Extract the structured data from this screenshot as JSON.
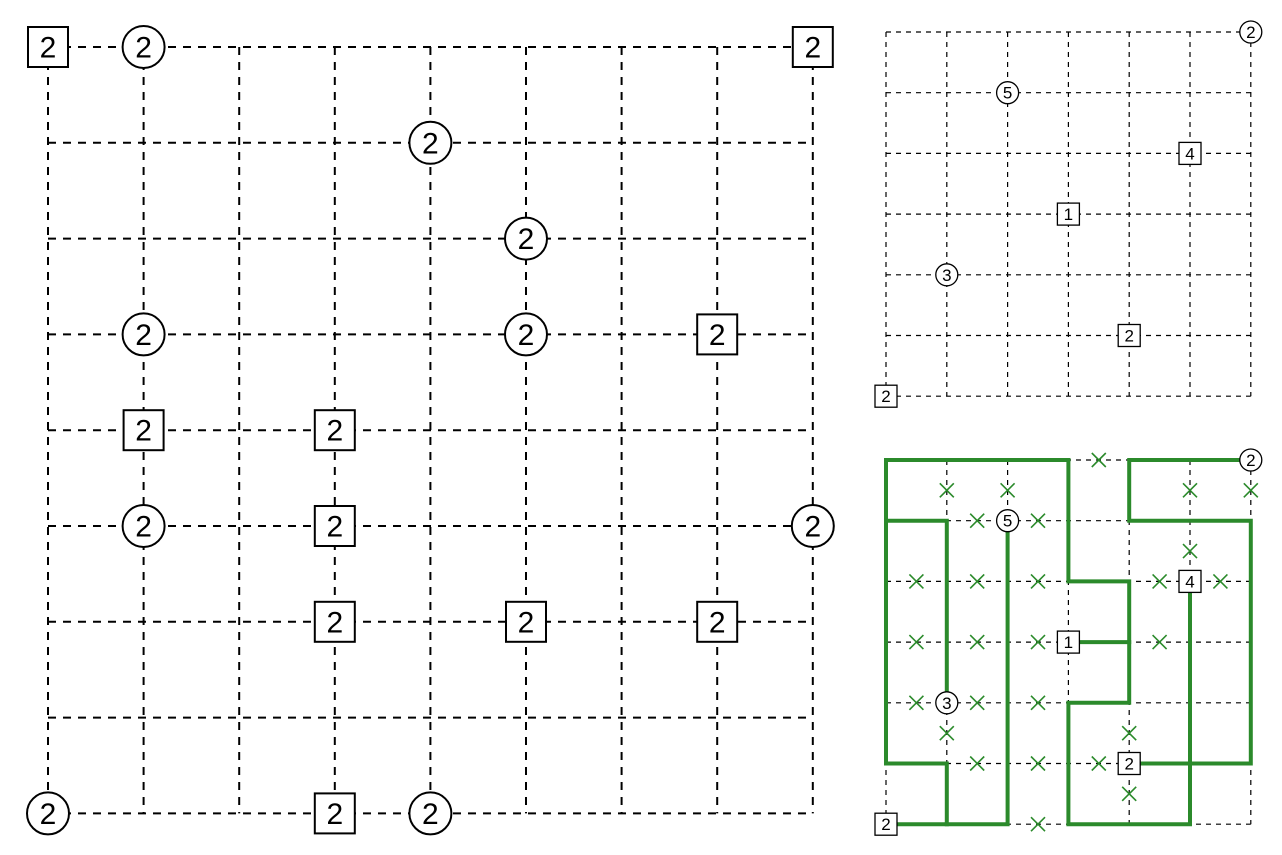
{
  "puzzles": [
    {
      "id": "large",
      "cols": 9,
      "rows": 9,
      "clues": [
        {
          "c": 0,
          "r": 0,
          "shape": "square",
          "text": "2"
        },
        {
          "c": 1,
          "r": 0,
          "shape": "circle",
          "text": "2"
        },
        {
          "c": 8,
          "r": 0,
          "shape": "square",
          "text": "2"
        },
        {
          "c": 4,
          "r": 1,
          "shape": "circle",
          "text": "2"
        },
        {
          "c": 5,
          "r": 2,
          "shape": "circle",
          "text": "2"
        },
        {
          "c": 1,
          "r": 3,
          "shape": "circle",
          "text": "2"
        },
        {
          "c": 5,
          "r": 3,
          "shape": "circle",
          "text": "2"
        },
        {
          "c": 7,
          "r": 3,
          "shape": "square",
          "text": "2"
        },
        {
          "c": 1,
          "r": 4,
          "shape": "square",
          "text": "2"
        },
        {
          "c": 3,
          "r": 4,
          "shape": "square",
          "text": "2"
        },
        {
          "c": 1,
          "r": 5,
          "shape": "circle",
          "text": "2"
        },
        {
          "c": 3,
          "r": 5,
          "shape": "square",
          "text": "2"
        },
        {
          "c": 8,
          "r": 5,
          "shape": "circle",
          "text": "2"
        },
        {
          "c": 3,
          "r": 6,
          "shape": "square",
          "text": "2"
        },
        {
          "c": 5,
          "r": 6,
          "shape": "square",
          "text": "2"
        },
        {
          "c": 7,
          "r": 6,
          "shape": "square",
          "text": "2"
        },
        {
          "c": 0,
          "r": 8,
          "shape": "circle",
          "text": "2"
        },
        {
          "c": 3,
          "r": 8,
          "shape": "square",
          "text": "2"
        },
        {
          "c": 4,
          "r": 8,
          "shape": "circle",
          "text": "2"
        }
      ]
    },
    {
      "id": "example",
      "cols": 7,
      "rows": 7,
      "clues": [
        {
          "c": 6,
          "r": 0,
          "shape": "circle",
          "text": "2"
        },
        {
          "c": 2,
          "r": 1,
          "shape": "circle",
          "text": "5"
        },
        {
          "c": 5,
          "r": 2,
          "shape": "square",
          "text": "4"
        },
        {
          "c": 3,
          "r": 3,
          "shape": "square",
          "text": "1"
        },
        {
          "c": 1,
          "r": 4,
          "shape": "circle",
          "text": "3"
        },
        {
          "c": 4,
          "r": 5,
          "shape": "square",
          "text": "2"
        },
        {
          "c": 0,
          "r": 6,
          "shape": "square",
          "text": "2"
        }
      ]
    },
    {
      "id": "solution",
      "cols": 7,
      "rows": 7,
      "clues": [
        {
          "c": 6,
          "r": 0,
          "shape": "circle",
          "text": "2"
        },
        {
          "c": 2,
          "r": 1,
          "shape": "circle",
          "text": "5"
        },
        {
          "c": 5,
          "r": 2,
          "shape": "square",
          "text": "4"
        },
        {
          "c": 3,
          "r": 3,
          "shape": "square",
          "text": "1"
        },
        {
          "c": 1,
          "r": 4,
          "shape": "circle",
          "text": "3"
        },
        {
          "c": 4,
          "r": 5,
          "shape": "square",
          "text": "2"
        },
        {
          "c": 0,
          "r": 6,
          "shape": "square",
          "text": "2"
        }
      ],
      "solution_paths": [
        [
          [
            6,
            0
          ],
          [
            4,
            0
          ],
          [
            4,
            1
          ],
          [
            6,
            1
          ],
          [
            6,
            5
          ],
          [
            4,
            5
          ]
        ],
        [
          [
            3,
            0
          ],
          [
            0,
            0
          ],
          [
            0,
            1
          ],
          [
            1,
            1
          ],
          [
            1,
            4
          ]
        ],
        [
          [
            0,
            6
          ],
          [
            1,
            6
          ],
          [
            1,
            5
          ],
          [
            0,
            5
          ],
          [
            0,
            1
          ]
        ],
        [
          [
            1,
            6
          ],
          [
            2,
            6
          ],
          [
            2,
            1
          ]
        ],
        [
          [
            3,
            3
          ],
          [
            4,
            3
          ],
          [
            4,
            2
          ],
          [
            3,
            2
          ],
          [
            3,
            0
          ]
        ],
        [
          [
            4,
            3
          ],
          [
            4,
            4
          ],
          [
            3,
            4
          ],
          [
            3,
            6
          ],
          [
            5,
            6
          ],
          [
            5,
            2
          ]
        ]
      ],
      "crosses": [
        [
          3.5,
          0
        ],
        [
          1,
          0.5
        ],
        [
          2,
          0.5
        ],
        [
          5,
          0.5
        ],
        [
          6,
          0.5
        ],
        [
          1.5,
          1
        ],
        [
          2.5,
          1
        ],
        [
          5,
          1.5
        ],
        [
          0.5,
          2
        ],
        [
          1.5,
          2
        ],
        [
          2.5,
          2
        ],
        [
          4.5,
          2
        ],
        [
          5.5,
          2
        ],
        [
          0.5,
          3
        ],
        [
          1.5,
          3
        ],
        [
          2.5,
          3
        ],
        [
          4.5,
          3
        ],
        [
          0.5,
          4
        ],
        [
          1.5,
          4
        ],
        [
          2.5,
          4
        ],
        [
          1,
          4.5
        ],
        [
          4,
          4.5
        ],
        [
          1.5,
          5
        ],
        [
          2.5,
          5
        ],
        [
          3.5,
          5
        ],
        [
          4,
          5.5
        ],
        [
          2.5,
          6
        ]
      ]
    }
  ]
}
